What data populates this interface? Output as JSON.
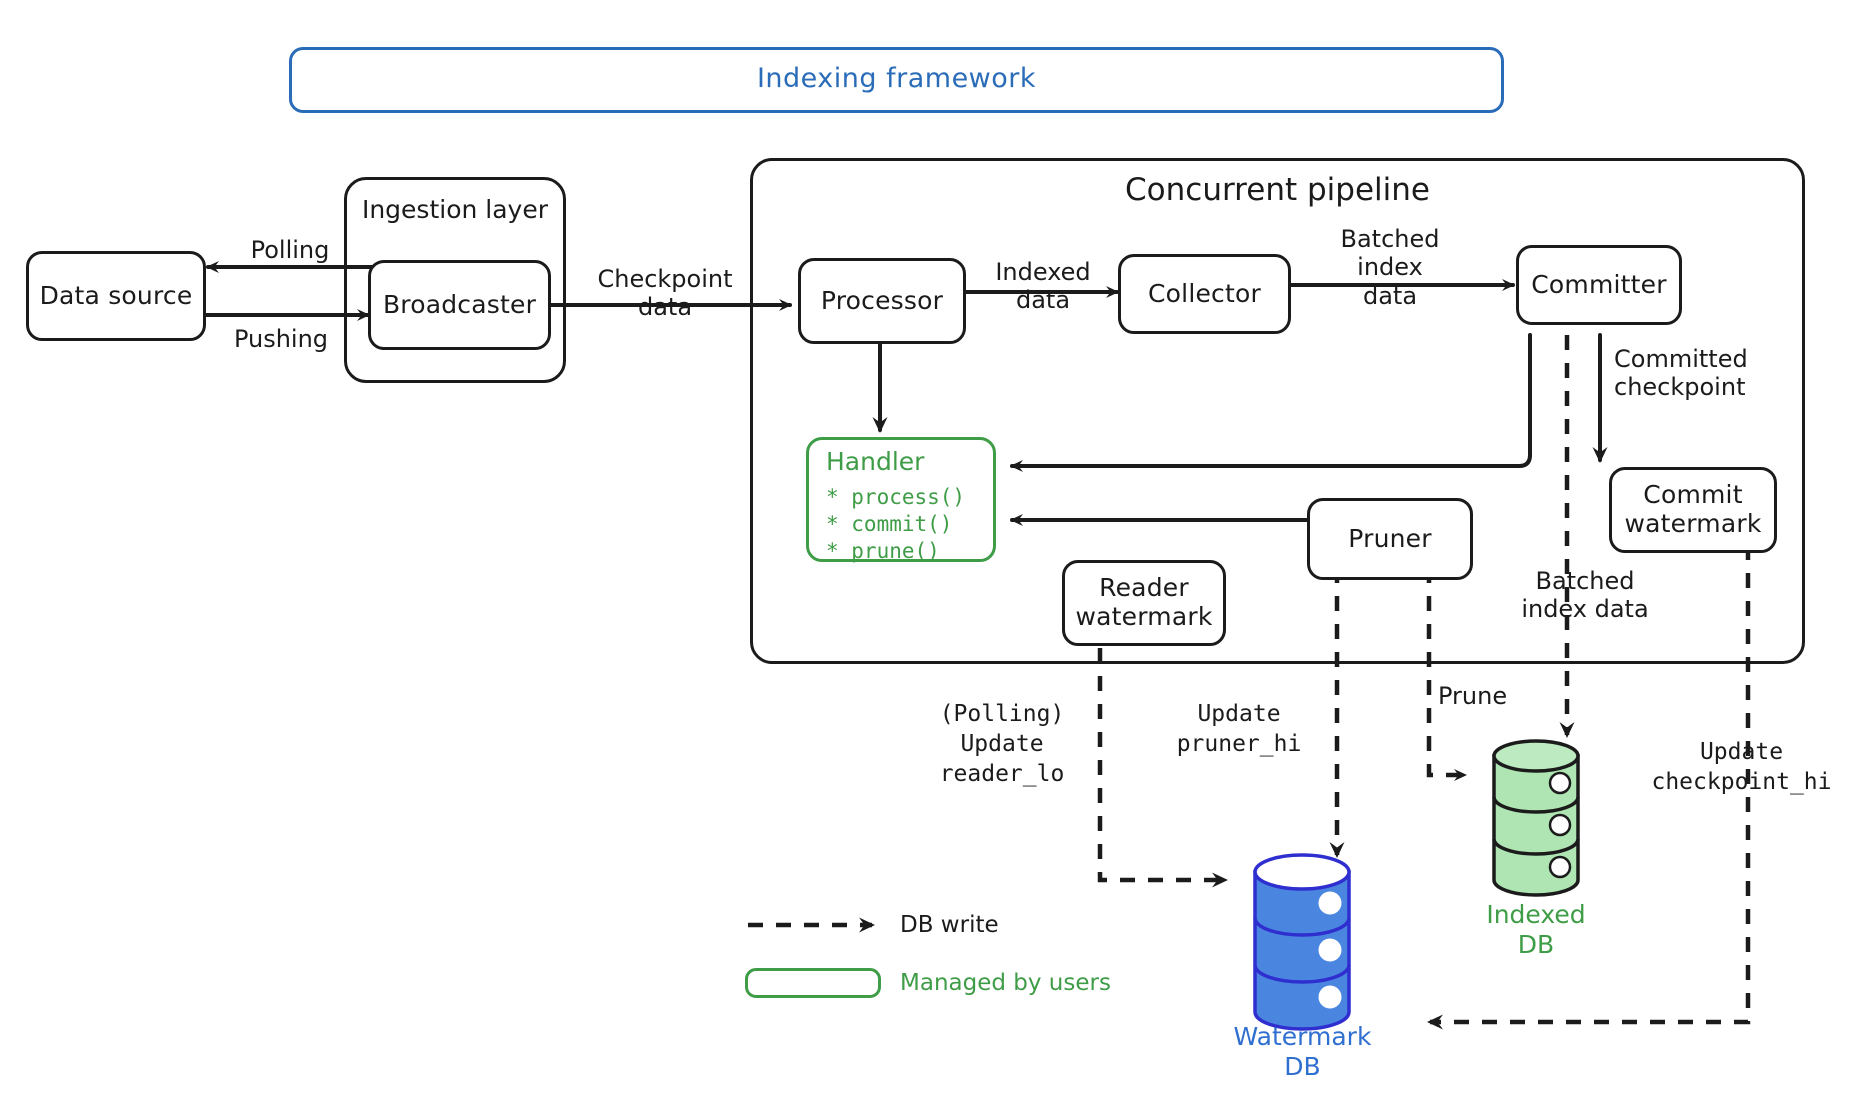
{
  "framework": {
    "title": "Indexing framework",
    "color": "#2b6cb8"
  },
  "groups": {
    "ingestion": {
      "title": "Ingestion layer"
    },
    "pipeline": {
      "title": "Concurrent pipeline"
    }
  },
  "nodes": {
    "data_source": "Data source",
    "broadcaster": "Broadcaster",
    "processor": "Processor",
    "collector": "Collector",
    "committer": "Committer",
    "commit_watermark": "Commit\nwatermark",
    "reader_watermark": "Reader\nwatermark",
    "pruner": "Pruner"
  },
  "handler": {
    "title": "Handler",
    "color": "#3f9c47",
    "methods": [
      "* process()",
      "* commit()",
      "* prune()"
    ]
  },
  "edges": {
    "polling": "Polling",
    "pushing": "Pushing",
    "checkpoint_data": "Checkpoint\ndata",
    "indexed_data": "Indexed\ndata",
    "batched_index_data": "Batched\nindex\ndata",
    "committed_checkpoint": "Committed\ncheckpoint",
    "batched_index_data_db": "Batched\nindex data",
    "prune": "Prune",
    "update_reader_lo": "(Polling)\nUpdate\nreader_lo",
    "update_pruner_hi": "Update\npruner_hi",
    "update_checkpoint_hi": "Update\ncheckpoint_hi"
  },
  "databases": {
    "watermark": {
      "label": "Watermark\nDB",
      "color": "#2f6fd0",
      "fill": "#4a86e0"
    },
    "indexed": {
      "label": "Indexed\nDB",
      "color": "#3f9c47",
      "fill": "#aee5b2"
    }
  },
  "legend": {
    "db_write": "DB write",
    "managed_by_users": "Managed by users",
    "managed_color": "#3f9c47"
  }
}
